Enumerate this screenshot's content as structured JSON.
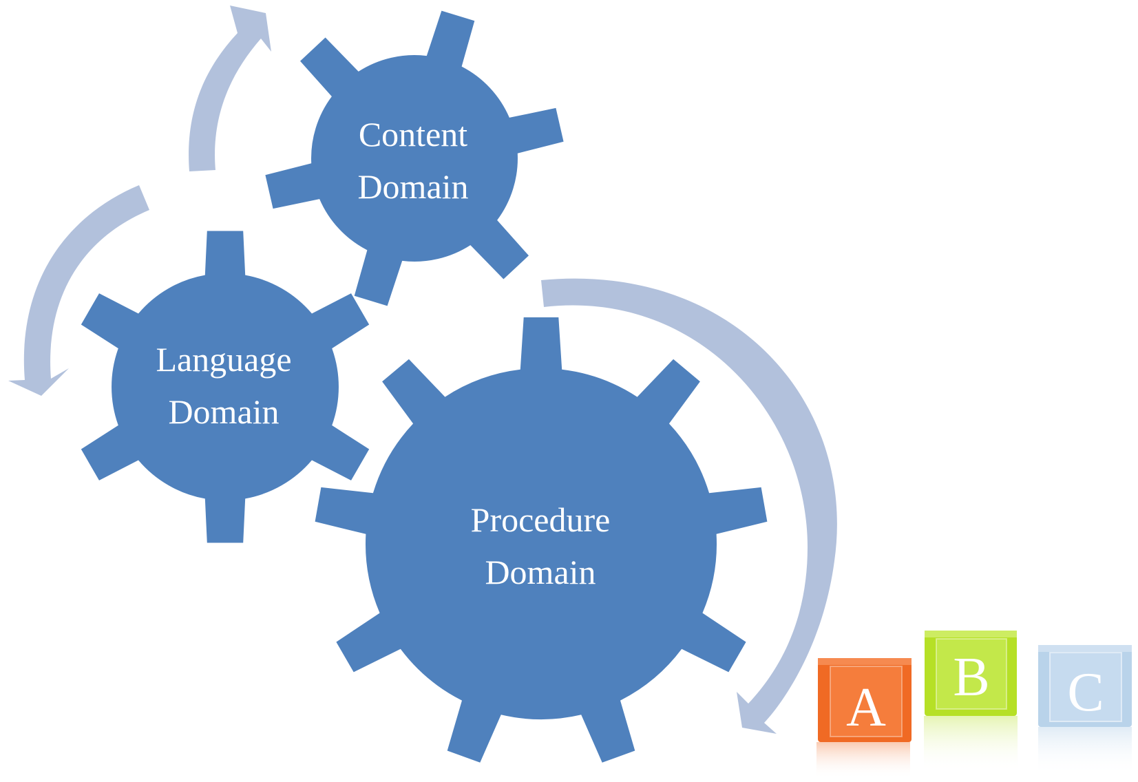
{
  "colors": {
    "gear": "#4f81bd",
    "arrow": "#b2c1dc",
    "label": "#ffffff",
    "block_a": "#f06a24",
    "block_b": "#b6e026",
    "block_c": "#b9d3ea"
  },
  "gears": [
    {
      "name": "content",
      "line1": "Content",
      "line2": "Domain"
    },
    {
      "name": "language",
      "line1": "Language",
      "line2": "Domain"
    },
    {
      "name": "procedure",
      "line1": "Procedure",
      "line2": "Domain"
    }
  ],
  "blocks": [
    {
      "letter": "A",
      "icon": "alphabet-block-a-icon"
    },
    {
      "letter": "B",
      "icon": "alphabet-block-b-icon"
    },
    {
      "letter": "C",
      "icon": "alphabet-block-c-icon"
    }
  ]
}
